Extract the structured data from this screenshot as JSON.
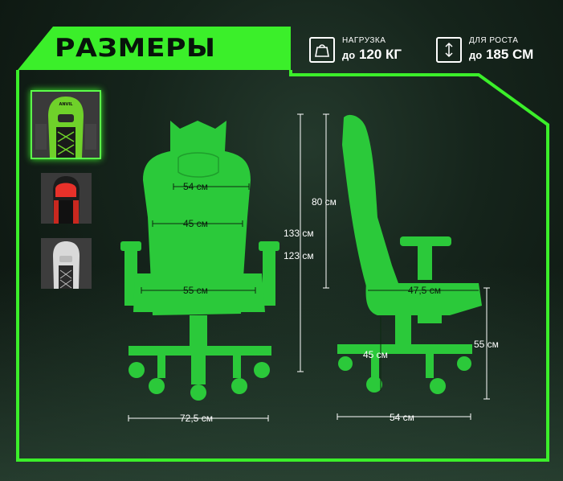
{
  "title": "РАЗМЕРЫ",
  "specs": [
    {
      "icon": "weight-bag-icon",
      "label": "НАГРУЗКА",
      "prefix": "до",
      "value": "120 КГ"
    },
    {
      "icon": "height-arrows-icon",
      "label": "ДЛЯ РОСТА",
      "prefix": "до",
      "value": "185 СМ"
    }
  ],
  "colors": {
    "accent": "#39f12b",
    "chair_fill": "#2bc93a",
    "text": "#ffffff"
  },
  "color_variants": [
    {
      "name": "green",
      "selected": true,
      "color": "#6fd12a",
      "logo": "ANVIL"
    },
    {
      "name": "red",
      "selected": false,
      "color": "#e8312a"
    },
    {
      "name": "white",
      "selected": false,
      "color": "#d9d9d9"
    }
  ],
  "dimensions": {
    "backrest_width": "54 см",
    "back_middle_width": "45 см",
    "seat_width": "55 см",
    "base_width": "72,5 см",
    "backrest_height": "80 см",
    "total_height_max": "133 см",
    "total_height_min": "123 см",
    "seat_depth": "47,5 см",
    "seat_height_min": "45 см",
    "seat_height_max": "55 см",
    "base_depth": "54 см"
  }
}
